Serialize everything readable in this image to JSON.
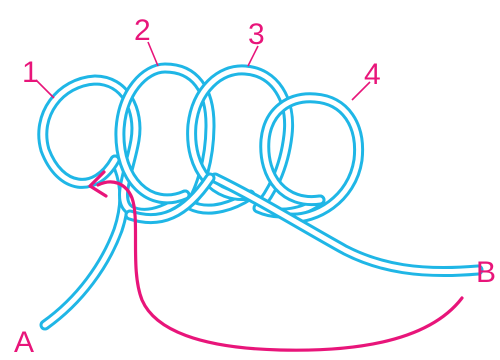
{
  "labels": {
    "loop1": "1",
    "loop2": "2",
    "loop3": "3",
    "loop4": "4",
    "endA": "A",
    "endB": "B"
  },
  "colors": {
    "rope": "#1fb6e6",
    "rope_core": "#ffffff",
    "annotation": "#e8157a",
    "background": "#ffffff"
  }
}
